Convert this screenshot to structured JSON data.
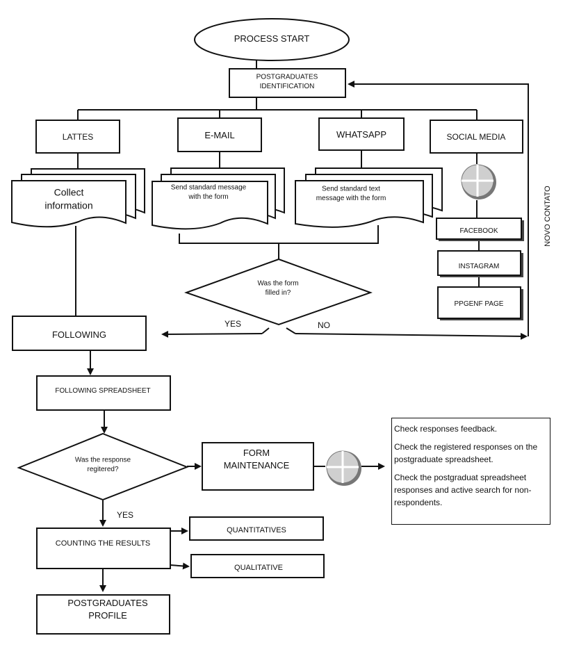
{
  "nodes": {
    "start": [
      "PROCESS START"
    ],
    "identification": [
      "POSTGRADUATES",
      "IDENTIFICATION"
    ],
    "lattes": [
      "LATTES"
    ],
    "email": [
      "E-MAIL"
    ],
    "whatsapp": [
      "WHATSAPP"
    ],
    "social_media": [
      "SOCIAL MEDIA"
    ],
    "collect": [
      "Collect",
      "information"
    ],
    "send_email": [
      "Send standard message",
      "with the form"
    ],
    "send_whatsapp": [
      "Send standard text",
      "message with the form"
    ],
    "facebook": [
      "FACEBOOK"
    ],
    "instagram": [
      "INSTAGRAM"
    ],
    "ppgenf": [
      "PPGENF PAGE"
    ],
    "form_filled": [
      "Was the form",
      "filled in?"
    ],
    "following": [
      "FOLLOWING"
    ],
    "following_spreadsheet": [
      "FOLLOWING SPREADSHEET"
    ],
    "response_registered": [
      "Was the response",
      "regitered?"
    ],
    "form_maintenance": [
      "FORM",
      "MAINTENANCE"
    ],
    "counting": [
      "COUNTING THE RESULTS"
    ],
    "quantitatives": [
      "QUANTITATIVES"
    ],
    "qualitative": [
      "QUALITATIVE"
    ],
    "profile": [
      "POSTGRADUATES",
      "PROFILE"
    ]
  },
  "edge_labels": {
    "yes_1": "YES",
    "no_1": "NO",
    "yes_2": "YES",
    "novo_contato": "NOVO CONTATO"
  },
  "maintenance_notes": [
    "Check responses feedback.",
    "Check the registered responses on the postgraduate spreadsheet.",
    "Check the postgraduat spreadsheet responses and active search for non-respondents."
  ]
}
